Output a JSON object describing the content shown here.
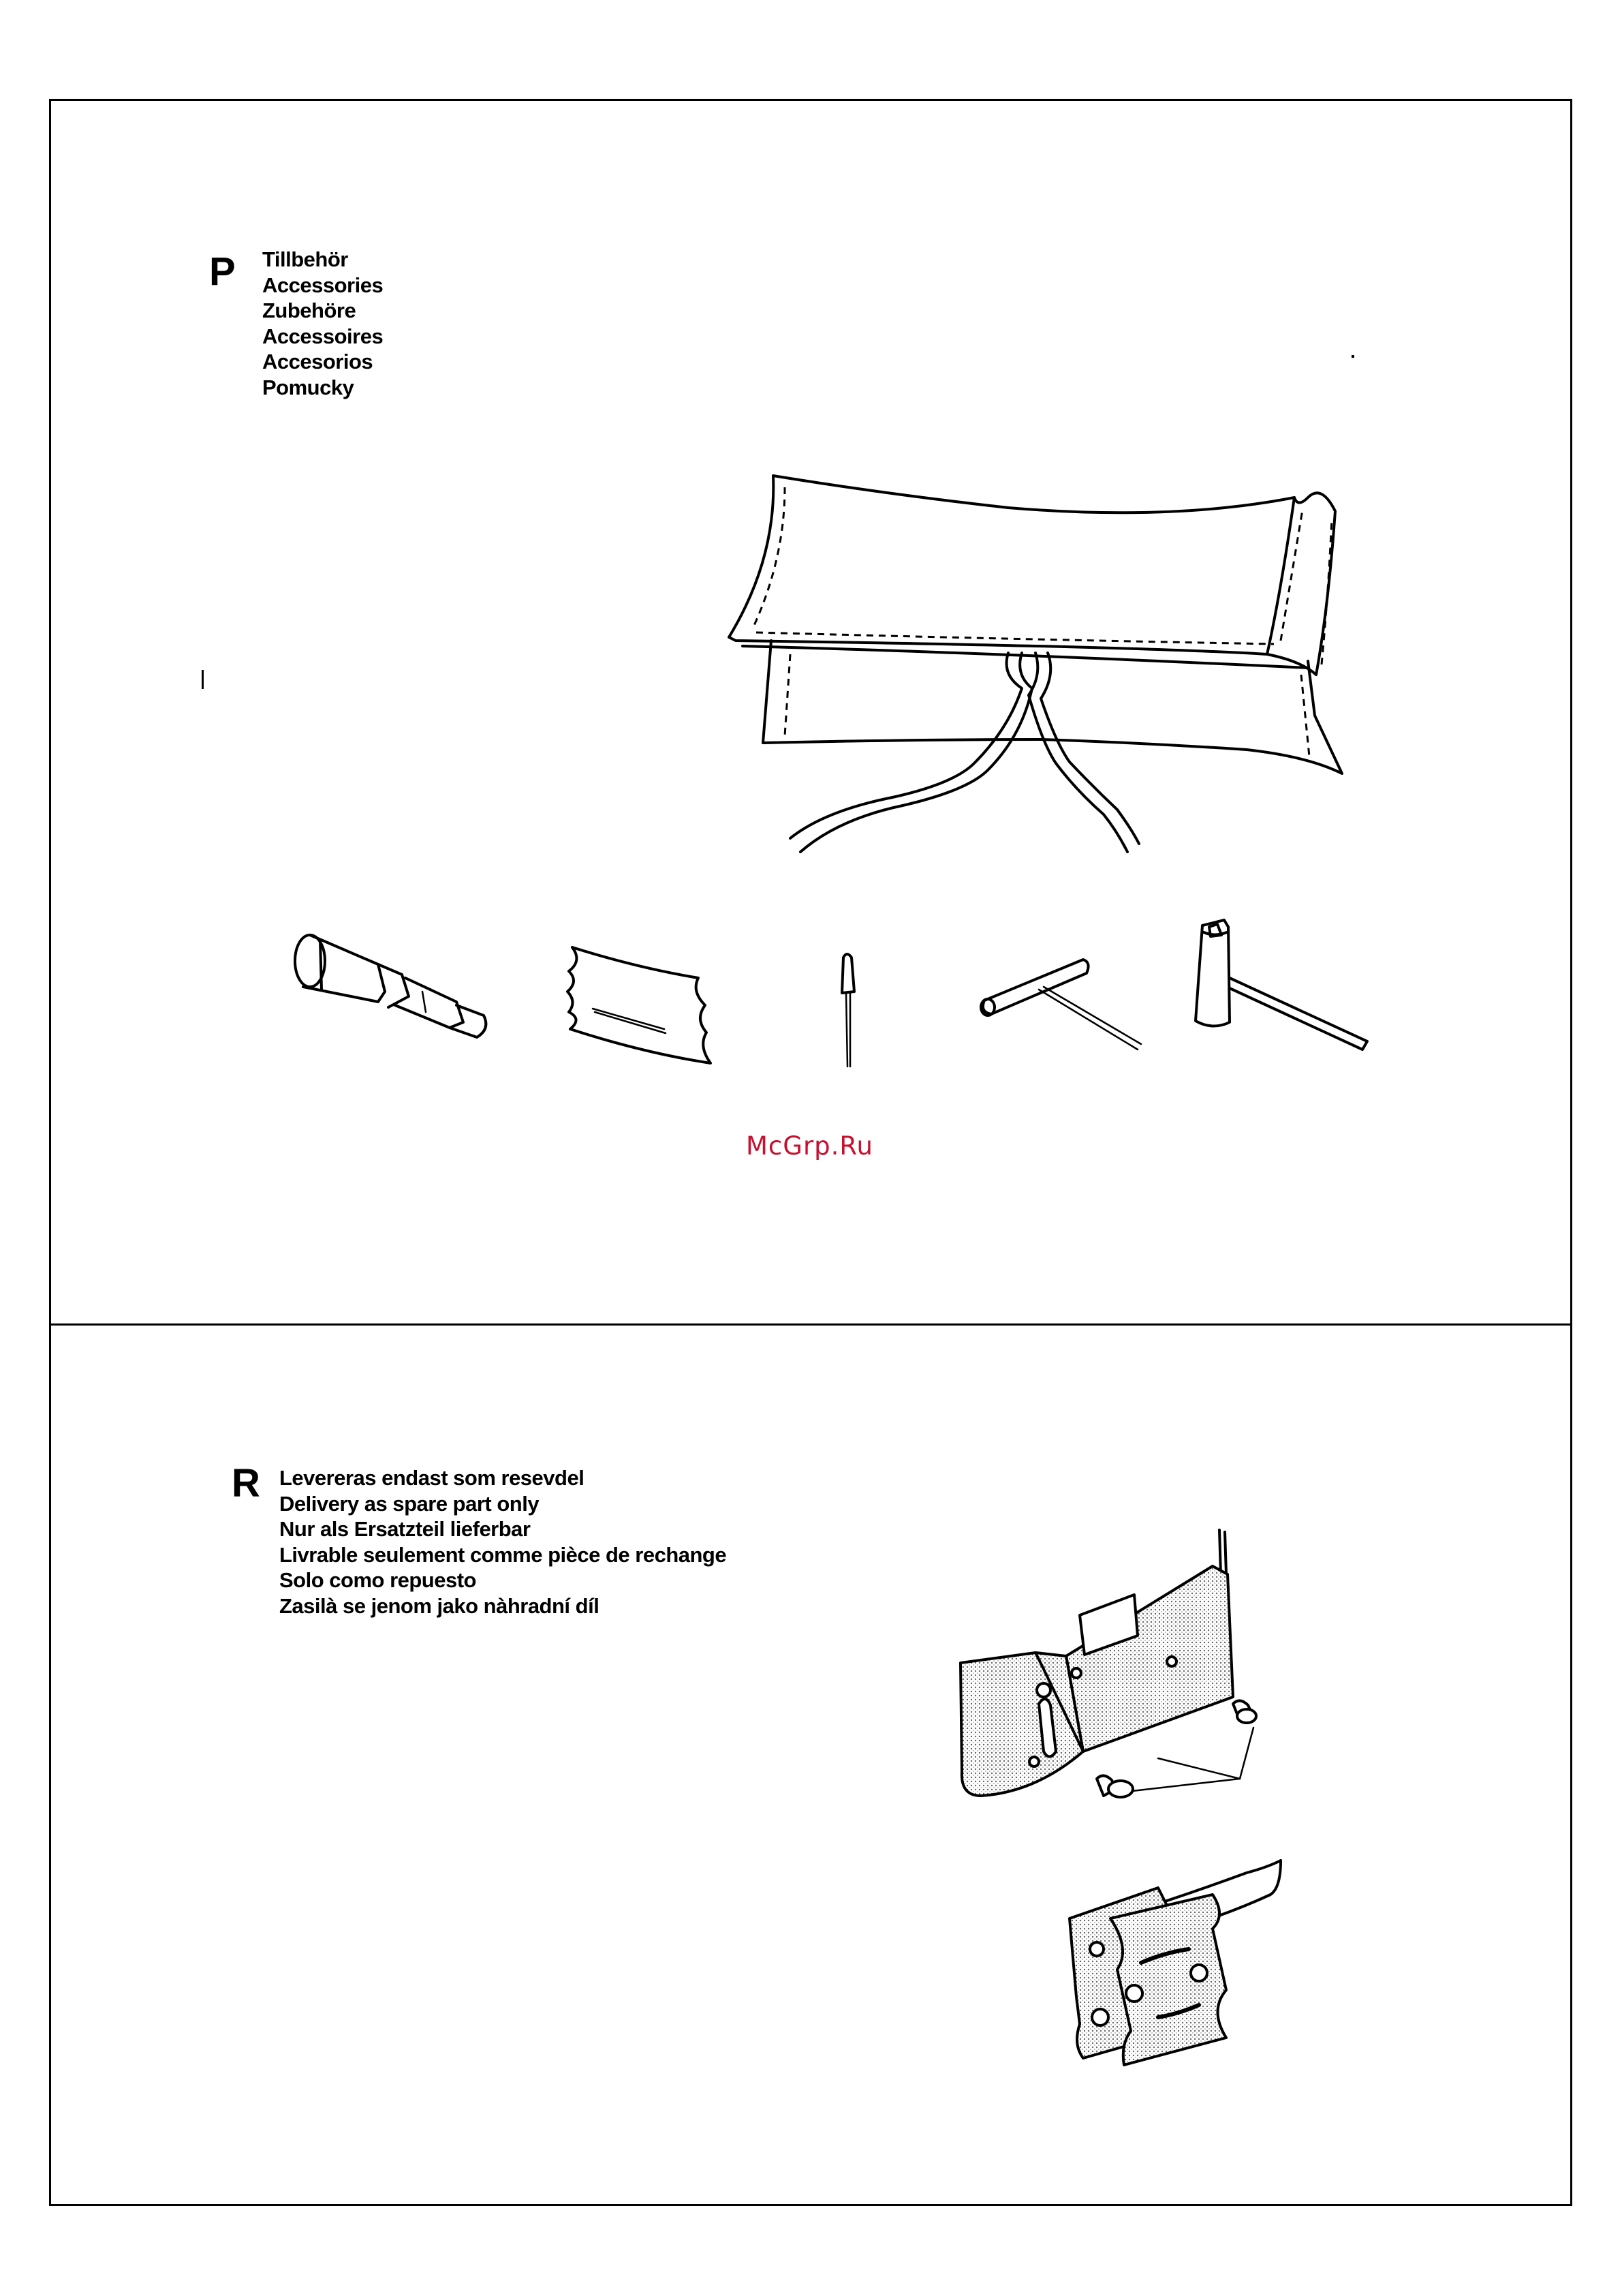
{
  "panel_p": {
    "marker": "P",
    "labels": [
      "Tillbehör",
      "Accessories",
      "Zubehöre",
      "Accessoires",
      "Accesorios",
      "Pomucky"
    ]
  },
  "panel_r": {
    "marker": "R",
    "labels": [
      "Levereras endast som resevdel",
      "Delivery as spare part only",
      "Nur als Ersatzteil lieferbar",
      "Livrable seulement comme pièce de rechange",
      "Solo como repuesto",
      "Zasilà se jenom jako nàhradní díl"
    ]
  },
  "watermark": "McGrp.Ru",
  "icons": [
    "tool-pouch-icon",
    "grease-gun-icon",
    "file-guide-icon",
    "screwdriver-icon",
    "t-wrench-icon",
    "combination-spanner-icon",
    "chain-guide-plate-icon",
    "bar-plates-icon"
  ]
}
